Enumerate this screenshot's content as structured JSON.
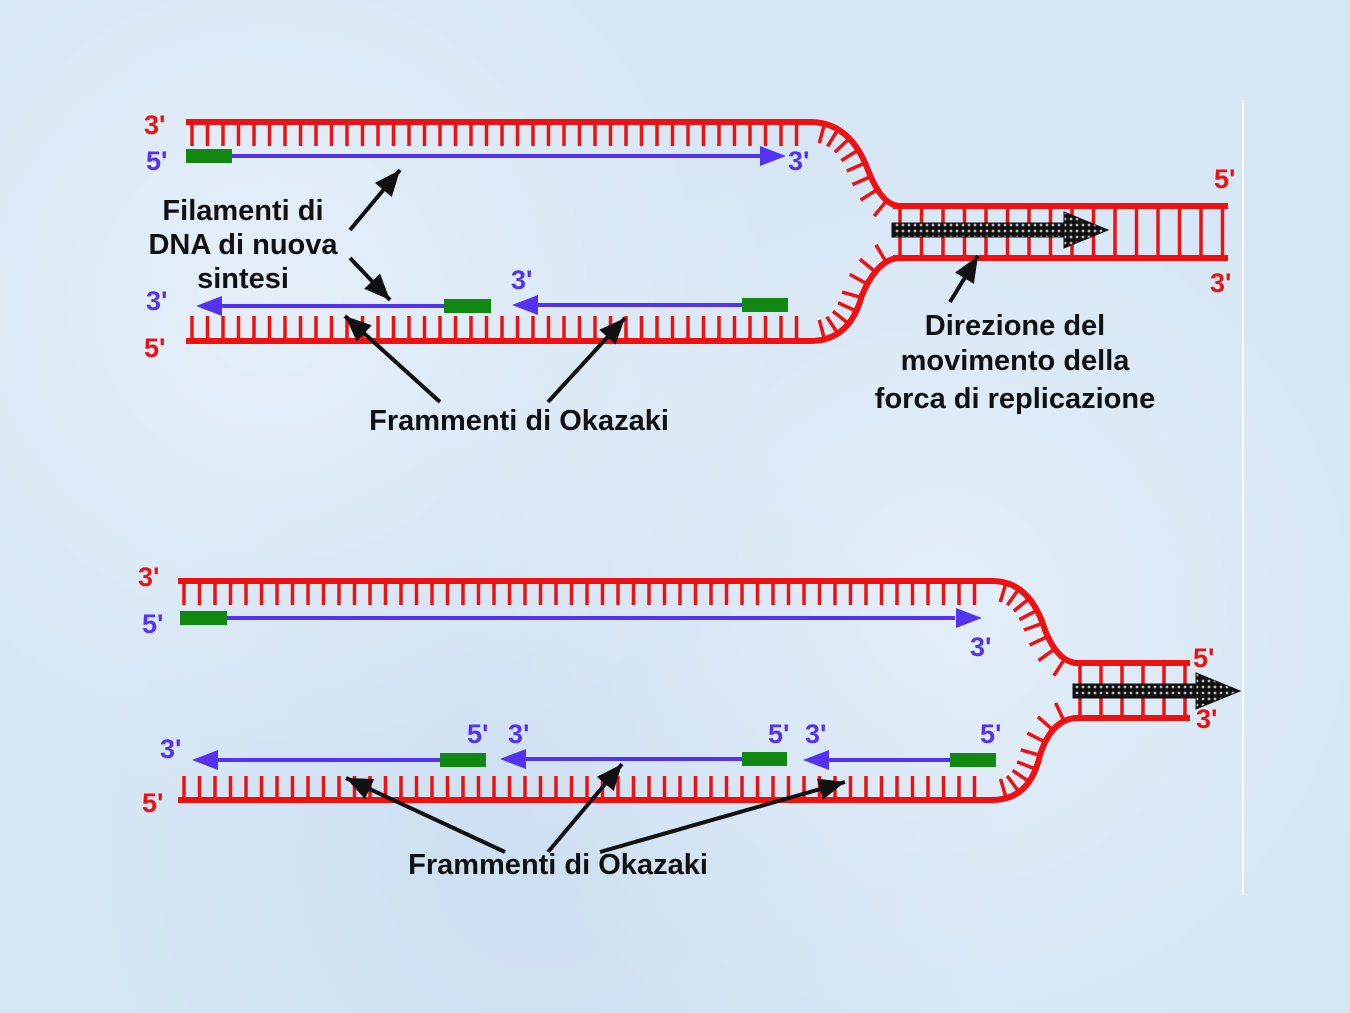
{
  "colors": {
    "template_strand": "#ee1111",
    "new_strand": "#5533ee",
    "primer": "#118811",
    "annotation": "#111111",
    "background": "#d6e6f5"
  },
  "panel_top": {
    "labels": {
      "top_template_3": "3'",
      "leading_5": "5'",
      "leading_3": "3'",
      "right_top_5": "5'",
      "right_bottom_3": "3'",
      "lagging_3_left": "3'",
      "lagging_3_mid": "3'",
      "bottom_template_5": "5'"
    },
    "caption_new_strands": [
      "Filamenti di",
      "DNA di nuova",
      "sintesi"
    ],
    "caption_fork_direction": [
      "Direzione del",
      "movimento della",
      "forca di replicazione"
    ],
    "caption_okazaki": "Frammenti di Okazaki"
  },
  "panel_bottom": {
    "labels": {
      "top_template_3": "3'",
      "leading_5": "5'",
      "leading_3": "3'",
      "right_top_5": "5'",
      "right_bottom_3": "3'",
      "lagging_3_left": "3'",
      "frag1_5": "5'",
      "frag2_3": "3'",
      "frag2_5": "5'",
      "frag3_3": "3'",
      "frag3_5": "5'",
      "bottom_template_5": "5'"
    },
    "caption_okazaki": "Frammenti di Okazaki"
  }
}
